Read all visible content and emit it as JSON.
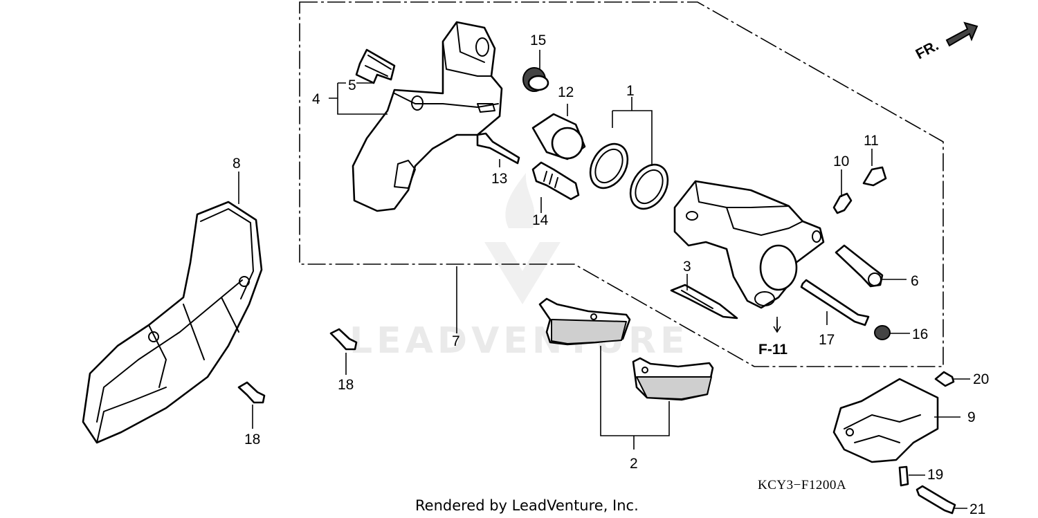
{
  "diagram": {
    "diagram_code": "KCY3−F1200A",
    "front_arrow_label": "FR.",
    "reference_label": "F-11",
    "watermark": "LEADVENTURE",
    "footer": "Rendered by LeadVenture, Inc.",
    "callouts": {
      "c1": "1",
      "c2": "2",
      "c3": "3",
      "c4": "4",
      "c5": "5",
      "c6": "6",
      "c7": "7",
      "c8": "8",
      "c9": "9",
      "c10": "10",
      "c11": "11",
      "c12": "12",
      "c13": "13",
      "c14": "14",
      "c15": "15",
      "c16": "16",
      "c17": "17",
      "c18a": "18",
      "c18b": "18",
      "c19": "19",
      "c20": "20",
      "c21": "21"
    }
  }
}
